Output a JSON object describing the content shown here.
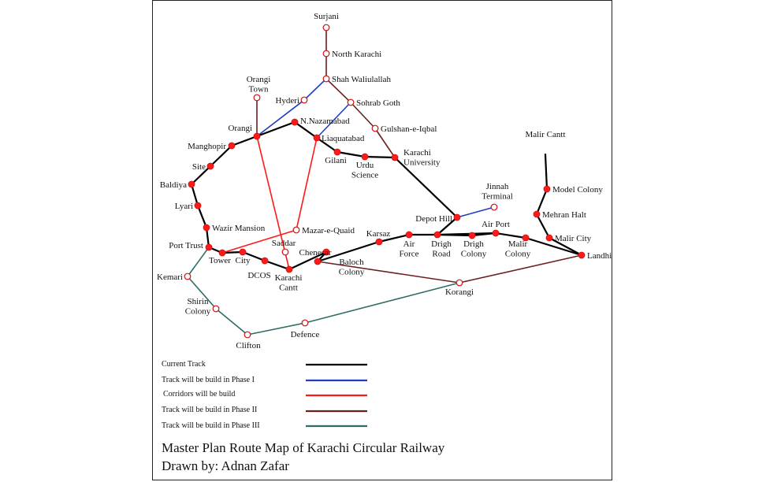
{
  "colors": {
    "current": "#000000",
    "phase1": "#1f3fbf",
    "corridor": "#ff1a1a",
    "phase2": "#6b1f1f",
    "phase3": "#2e6e66",
    "station_fill": "#ff1a1a",
    "station_outline": "#d01010"
  },
  "legend": [
    {
      "key": "current",
      "label": "Current Track"
    },
    {
      "key": "phase1",
      "label": "Track will be build in Phase I"
    },
    {
      "key": "corridor",
      "label": "Corridors will be build"
    },
    {
      "key": "phase2",
      "label": "Track will be build in Phase II"
    },
    {
      "key": "phase3",
      "label": "Track will be build in Phase III"
    }
  ],
  "title": "Master Plan Route Map of Karachi Circular Railway",
  "author": "Drawn by: Adnan Zafar",
  "stations": [
    {
      "id": "surjani",
      "lines": [
        "Surjani"
      ],
      "type": "open"
    },
    {
      "id": "north_karachi",
      "lines": [
        "North Karachi"
      ],
      "type": "open"
    },
    {
      "id": "shah_waliullah",
      "lines": [
        "Shah Waliulallah"
      ],
      "type": "open"
    },
    {
      "id": "orangi_town",
      "lines": [
        "Orangi",
        "Town"
      ],
      "type": "open"
    },
    {
      "id": "hyderi",
      "lines": [
        "Hyderi"
      ],
      "type": "open"
    },
    {
      "id": "sohrab_goth",
      "lines": [
        "Sohrab Goth"
      ],
      "type": "open"
    },
    {
      "id": "gulshan",
      "lines": [
        "Gulshan-e-Iqbal"
      ],
      "type": "open"
    },
    {
      "id": "n_nazamabad",
      "lines": [
        "N.Nazamabad"
      ],
      "type": "filled"
    },
    {
      "id": "orangi",
      "lines": [
        "Orangi"
      ],
      "type": "filled"
    },
    {
      "id": "liaquatabad",
      "lines": [
        "Liaquatabad"
      ],
      "type": "filled"
    },
    {
      "id": "manghopir",
      "lines": [
        "Manghopir"
      ],
      "type": "filled"
    },
    {
      "id": "gilani",
      "lines": [
        "Gilani"
      ],
      "type": "filled"
    },
    {
      "id": "urdu_science",
      "lines": [
        "Urdu",
        "Science"
      ],
      "type": "filled"
    },
    {
      "id": "karachi_university",
      "lines": [
        "Karachi",
        "University"
      ],
      "type": "filled"
    },
    {
      "id": "malir_cantt",
      "lines": [
        "Malir Cantt"
      ],
      "type": "none"
    },
    {
      "id": "site",
      "lines": [
        "Site"
      ],
      "type": "filled"
    },
    {
      "id": "baldiya",
      "lines": [
        "Baldiya"
      ],
      "type": "filled"
    },
    {
      "id": "model_colony",
      "lines": [
        "Model Colony"
      ],
      "type": "filled"
    },
    {
      "id": "jinnah_terminal",
      "lines": [
        "Jinnah",
        "Terminal"
      ],
      "type": "open"
    },
    {
      "id": "lyari",
      "lines": [
        "Lyari"
      ],
      "type": "filled"
    },
    {
      "id": "mehran_halt",
      "lines": [
        "Mehran Halt"
      ],
      "type": "filled"
    },
    {
      "id": "depot_hill",
      "lines": [
        "Depot Hill"
      ],
      "type": "filled"
    },
    {
      "id": "wazir_mansion",
      "lines": [
        "Wazir Mansion"
      ],
      "type": "filled"
    },
    {
      "id": "air_port",
      "lines": [
        "Air Port"
      ],
      "type": "filled"
    },
    {
      "id": "mazar_e_quaid",
      "lines": [
        "Mazar-e-Quaid"
      ],
      "type": "open"
    },
    {
      "id": "karsaz",
      "lines": [
        "Karsaz"
      ],
      "type": "filled"
    },
    {
      "id": "malir_city",
      "lines": [
        "Malir City"
      ],
      "type": "filled"
    },
    {
      "id": "port_trust",
      "lines": [
        "Port Trust"
      ],
      "type": "filled"
    },
    {
      "id": "saddar",
      "lines": [
        "Saddar"
      ],
      "type": "open"
    },
    {
      "id": "air_force",
      "lines": [
        "Air",
        "Force"
      ],
      "type": "filled"
    },
    {
      "id": "drigh_road",
      "lines": [
        "Drigh",
        "Road"
      ],
      "type": "filled"
    },
    {
      "id": "drigh_colony",
      "lines": [
        "Drigh",
        "Colony"
      ],
      "type": "filled"
    },
    {
      "id": "malir_colony",
      "lines": [
        "Malir",
        "Colony"
      ],
      "type": "filled"
    },
    {
      "id": "tower",
      "lines": [
        "Tower"
      ],
      "type": "filled"
    },
    {
      "id": "city",
      "lines": [
        "City"
      ],
      "type": "filled"
    },
    {
      "id": "chenesar",
      "lines": [
        "Chenesar"
      ],
      "type": "filled"
    },
    {
      "id": "landhi",
      "lines": [
        "Landhi"
      ],
      "type": "filled"
    },
    {
      "id": "kemari",
      "lines": [
        "Kemari"
      ],
      "type": "open"
    },
    {
      "id": "dcos",
      "lines": [
        "DCOS"
      ],
      "type": "filled"
    },
    {
      "id": "baloch_colony",
      "lines": [
        "Baloch",
        "Colony"
      ],
      "type": "filled"
    },
    {
      "id": "karachi_cantt",
      "lines": [
        "Karachi",
        "Cantt"
      ],
      "type": "filled"
    },
    {
      "id": "korangi",
      "lines": [
        "Korangi"
      ],
      "type": "open"
    },
    {
      "id": "shirin_colony",
      "lines": [
        "Shirin",
        "Colony"
      ],
      "type": "open"
    },
    {
      "id": "defence",
      "lines": [
        "Defence"
      ],
      "type": "open"
    },
    {
      "id": "clifton",
      "lines": [
        "Clifton"
      ],
      "type": "open"
    }
  ],
  "tracks": [
    {
      "key": "phase2",
      "stations": [
        "surjani",
        "north_karachi",
        "shah_waliullah",
        "sohrab_goth",
        "gulshan",
        "karachi_university"
      ]
    },
    {
      "key": "phase1",
      "stations": [
        "shah_waliullah",
        "hyderi",
        "orangi"
      ]
    },
    {
      "key": "phase1",
      "stations": [
        "sohrab_goth",
        "liaquatabad"
      ]
    },
    {
      "key": "phase2",
      "stations": [
        "orangi_town",
        "orangi"
      ]
    },
    {
      "key": "current",
      "stations": [
        "port_trust",
        "wazir_mansion",
        "lyari",
        "baldiya",
        "site",
        "manghopir",
        "orangi",
        "n_nazamabad",
        "liaquatabad",
        "gilani",
        "urdu_science",
        "karachi_university",
        "depot_hill",
        "drigh_road",
        "air_port",
        "malir_colony",
        "landhi"
      ]
    },
    {
      "key": "current",
      "stations": [
        "port_trust",
        "tower",
        "city",
        "dcos",
        "karachi_cantt",
        "chenesar",
        "baloch_colony",
        "karsaz",
        "air_force",
        "drigh_road",
        "drigh_colony",
        "air_port"
      ]
    },
    {
      "key": "current",
      "stations": [
        "malir_cantt",
        "model_colony",
        "mehran_halt",
        "malir_city",
        "landhi"
      ]
    },
    {
      "key": "phase1",
      "stations": [
        "depot_hill",
        "jinnah_terminal"
      ]
    },
    {
      "key": "corridor",
      "stations": [
        "orangi",
        "karachi_cantt"
      ]
    },
    {
      "key": "corridor",
      "stations": [
        "liaquatabad",
        "mazar_e_quaid",
        "tower"
      ]
    },
    {
      "key": "phase2",
      "stations": [
        "baloch_colony",
        "korangi",
        "landhi"
      ]
    },
    {
      "key": "phase3",
      "stations": [
        "port_trust",
        "kemari",
        "shirin_colony",
        "clifton",
        "defence",
        "korangi"
      ]
    }
  ]
}
